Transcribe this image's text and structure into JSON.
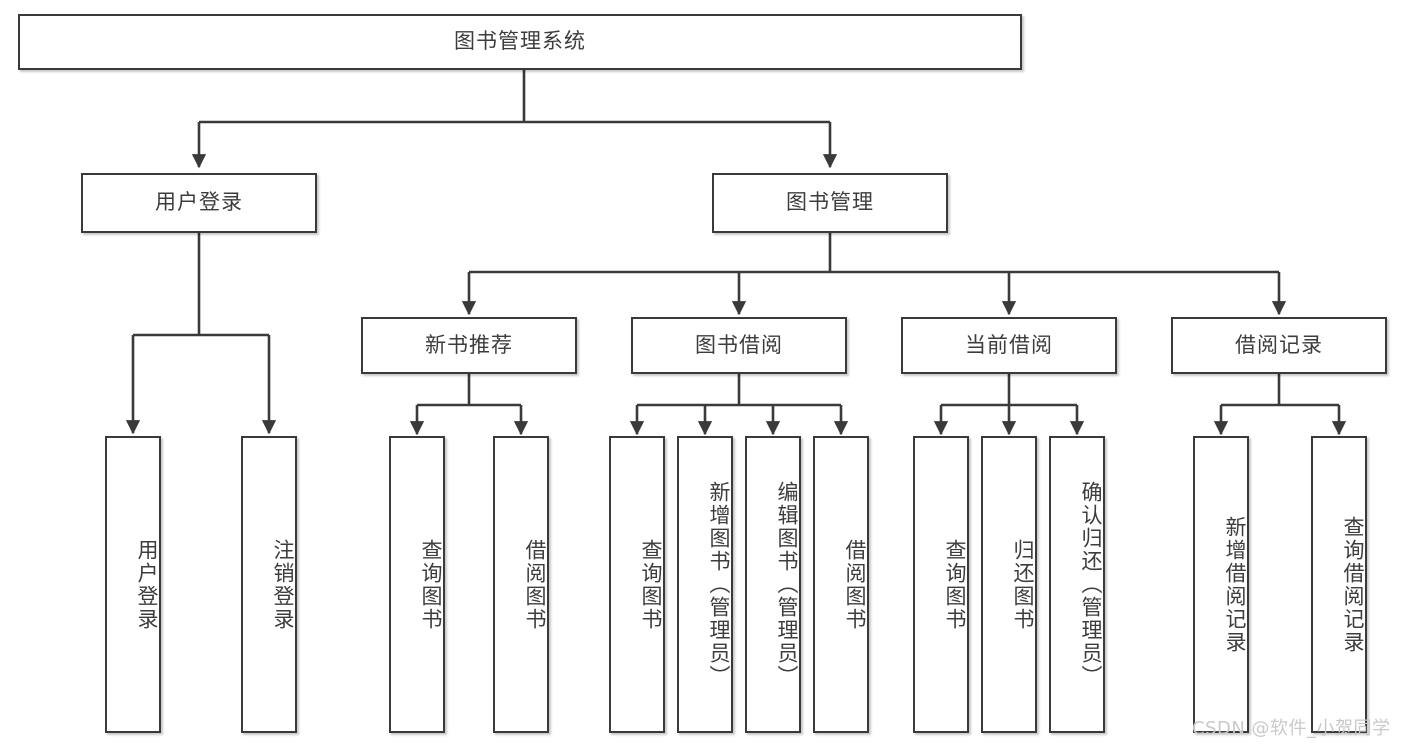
{
  "diagram": {
    "title": "图书管理系统",
    "root": {
      "label": "图书管理系统"
    },
    "level2": [
      {
        "label": "用户登录"
      },
      {
        "label": "图书管理"
      }
    ],
    "level3": [
      {
        "label": "新书推荐"
      },
      {
        "label": "图书借阅"
      },
      {
        "label": "当前借阅"
      },
      {
        "label": "借阅记录"
      }
    ],
    "leaves": {
      "user_login": [
        {
          "label": "用户登录"
        },
        {
          "label": "注销登录"
        }
      ],
      "new_book_recommend": [
        {
          "label": "查询图书"
        },
        {
          "label": "借阅图书"
        }
      ],
      "book_borrow": [
        {
          "label": "查询图书"
        },
        {
          "label": "新增图书（管理员）"
        },
        {
          "label": "编辑图书（管理员）"
        },
        {
          "label": "借阅图书"
        }
      ],
      "current_borrow": [
        {
          "label": "查询图书"
        },
        {
          "label": "归还图书"
        },
        {
          "label": "确认归还（管理员）"
        }
      ],
      "borrow_record": [
        {
          "label": "新增借阅记录"
        },
        {
          "label": "查询借阅记录"
        }
      ]
    }
  },
  "watermark": {
    "text": "CSDN @软件_小贺同学"
  },
  "colors": {
    "stroke": "#3a3a3a",
    "text": "#3d3d3d",
    "background": "#ffffff",
    "watermark": "#c9c9c9"
  }
}
